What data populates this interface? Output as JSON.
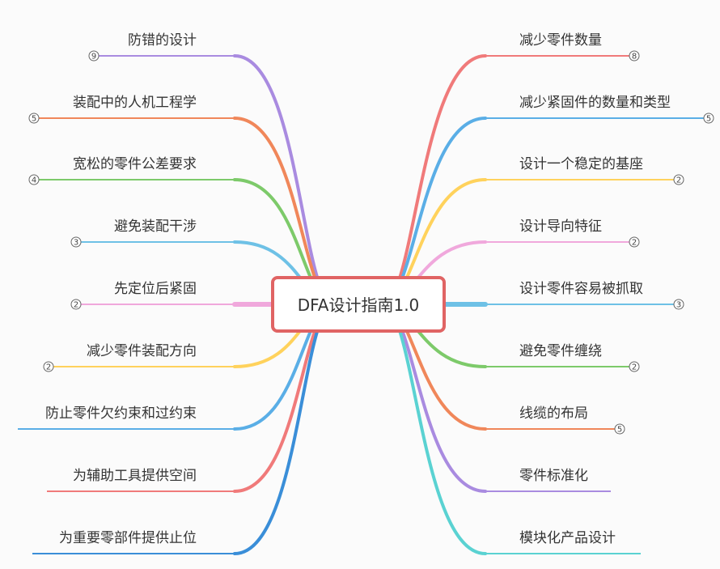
{
  "central_topic": "DFA设计指南1.0",
  "colors": {
    "central_border": "#e06464",
    "purple": "#a98be0",
    "orange": "#f0875a",
    "green": "#7dca6a",
    "blue": "#6ec1e6",
    "pink": "#f0a8dc",
    "yellow": "#ffd25c",
    "blue2": "#5aaee6",
    "red": "#f07a7a",
    "deepblue": "#3a8ed8",
    "teal": "#5ad2d2"
  },
  "left_branches": [
    {
      "label": "防错的设计",
      "count": "9",
      "color": "purple"
    },
    {
      "label": "装配中的人机工程学",
      "count": "5",
      "color": "orange"
    },
    {
      "label": "宽松的零件公差要求",
      "count": "4",
      "color": "green"
    },
    {
      "label": "避免装配干涉",
      "count": "3",
      "color": "blue"
    },
    {
      "label": "先定位后紧固",
      "count": "2",
      "color": "pink"
    },
    {
      "label": "减少零件装配方向",
      "count": "2",
      "color": "yellow"
    },
    {
      "label": "防止零件欠约束和过约束",
      "count": "",
      "color": "blue2"
    },
    {
      "label": "为辅助工具提供空间",
      "count": "",
      "color": "red"
    },
    {
      "label": "为重要零部件提供止位",
      "count": "",
      "color": "deepblue"
    }
  ],
  "right_branches": [
    {
      "label": "减少零件数量",
      "count": "8",
      "color": "red"
    },
    {
      "label": "减少紧固件的数量和类型",
      "count": "5",
      "color": "blue2"
    },
    {
      "label": "设计一个稳定的基座",
      "count": "2",
      "color": "yellow"
    },
    {
      "label": "设计导向特征",
      "count": "2",
      "color": "pink"
    },
    {
      "label": "设计零件容易被抓取",
      "count": "3",
      "color": "blue"
    },
    {
      "label": "避免零件缠绕",
      "count": "2",
      "color": "green"
    },
    {
      "label": "线缆的布局",
      "count": "5",
      "color": "orange"
    },
    {
      "label": "零件标准化",
      "count": "",
      "color": "purple"
    },
    {
      "label": "模块化产品设计",
      "count": "",
      "color": "teal"
    }
  ]
}
